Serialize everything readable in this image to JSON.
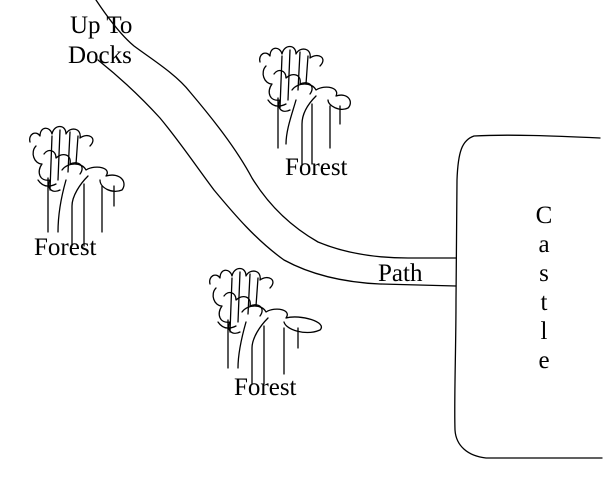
{
  "map": {
    "labels": {
      "docks_line1": "Up To",
      "docks_line2": "Docks",
      "forest_top": "Forest",
      "forest_left": "Forest",
      "forest_bottom": "Forest",
      "path": "Path",
      "castle_letters": [
        "C",
        "a",
        "s",
        "t",
        "l",
        "e"
      ]
    },
    "colors": {
      "ink": "#000000",
      "paper": "#ffffff"
    }
  }
}
